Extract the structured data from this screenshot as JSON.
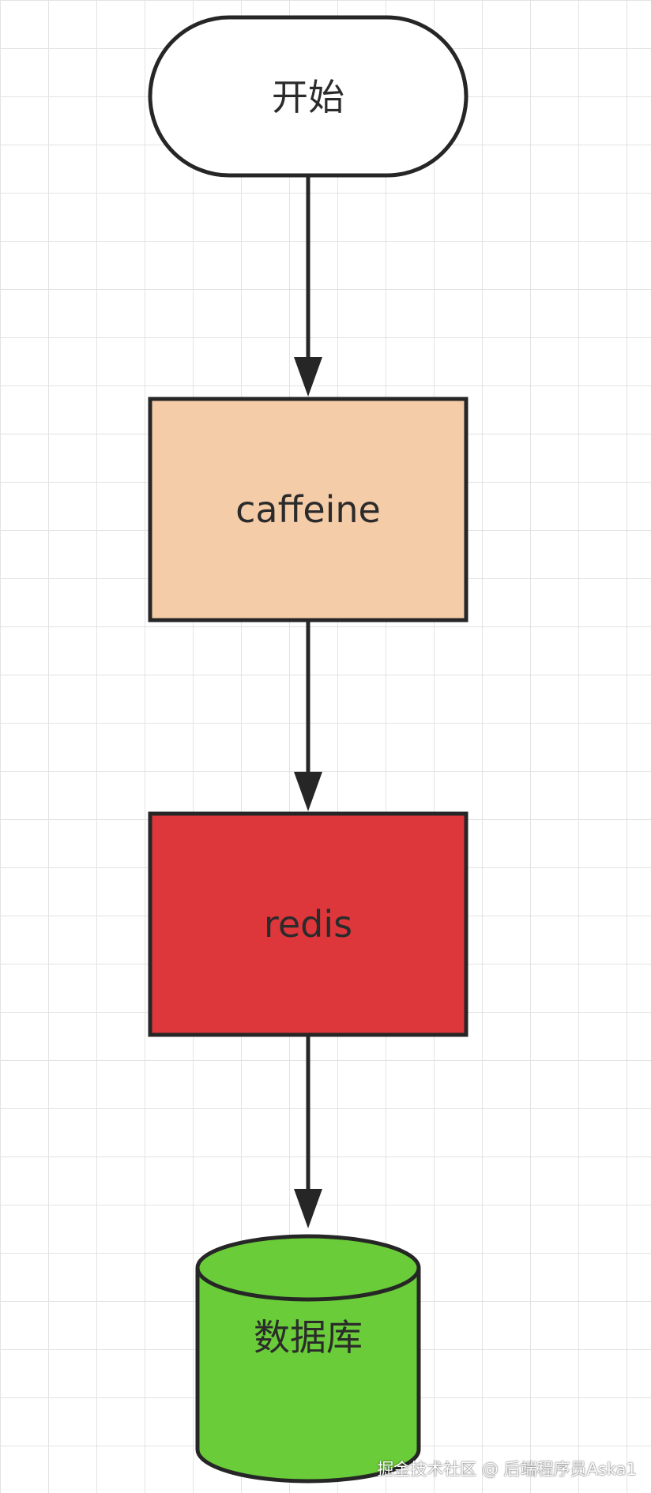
{
  "nodes": {
    "start": {
      "label": "开始",
      "fill": "#ffffff"
    },
    "caffeine": {
      "label": "caffeine",
      "fill": "#f5cca8"
    },
    "redis": {
      "label": "redis",
      "fill": "#de373b"
    },
    "database": {
      "label": "数据库",
      "fill": "#69cc38"
    }
  },
  "colors": {
    "stroke": "#262626",
    "grid": "#e3e3e3",
    "background": "#ffffff"
  },
  "watermark": "掘金技术社区 @ 后端程序员Aska1"
}
